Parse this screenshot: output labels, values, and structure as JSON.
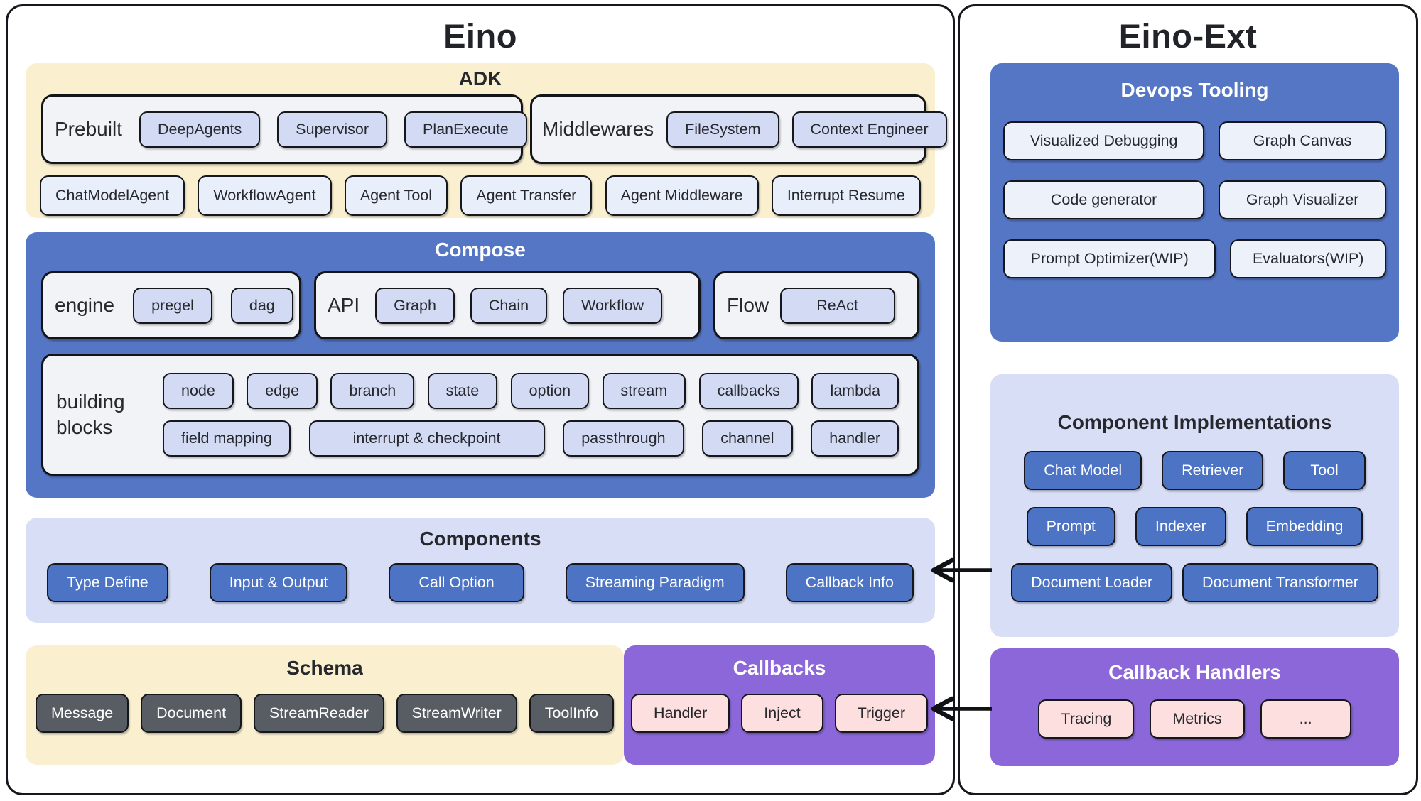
{
  "eino": {
    "title": "Eino",
    "adk": {
      "title": "ADK",
      "groups": [
        {
          "label": "Prebuilt",
          "items": [
            "DeepAgents",
            "Supervisor",
            "PlanExecute"
          ]
        },
        {
          "label": "Middlewares",
          "items": [
            "FileSystem",
            "Context Engineer"
          ]
        }
      ],
      "row": [
        "ChatModelAgent",
        "WorkflowAgent",
        "Agent Tool",
        "Agent Transfer",
        "Agent Middleware",
        "Interrupt Resume"
      ]
    },
    "compose": {
      "title": "Compose",
      "groups": [
        {
          "label": "engine",
          "items": [
            "pregel",
            "dag"
          ]
        },
        {
          "label": "API",
          "items": [
            "Graph",
            "Chain",
            "Workflow"
          ]
        },
        {
          "label": "Flow",
          "items": [
            "ReAct"
          ]
        }
      ],
      "building_blocks": {
        "label": "building blocks",
        "rows": [
          [
            "node",
            "edge",
            "branch",
            "state",
            "option",
            "stream",
            "callbacks",
            "lambda"
          ],
          [
            "field mapping",
            "interrupt & checkpoint",
            "passthrough",
            "channel",
            "handler"
          ]
        ]
      }
    },
    "components": {
      "title": "Components",
      "items": [
        "Type Define",
        "Input & Output",
        "Call Option",
        "Streaming Paradigm",
        "Callback Info"
      ]
    },
    "schema": {
      "title": "Schema",
      "items": [
        "Message",
        "Document",
        "StreamReader",
        "StreamWriter",
        "ToolInfo"
      ]
    },
    "callbacks": {
      "title": "Callbacks",
      "items": [
        "Handler",
        "Inject",
        "Trigger"
      ]
    }
  },
  "eino_ext": {
    "title": "Eino-Ext",
    "devops": {
      "title": "Devops Tooling",
      "rows": [
        [
          "Visualized Debugging",
          "Graph Canvas"
        ],
        [
          "Code generator",
          "Graph Visualizer"
        ],
        [
          "Prompt Optimizer(WIP)",
          "Evaluators(WIP)"
        ]
      ]
    },
    "component_implementations": {
      "title": "Component Implementations",
      "rows": [
        [
          "Chat Model",
          "Retriever",
          "Tool"
        ],
        [
          "Prompt",
          "Indexer",
          "Embedding"
        ],
        [
          "Document Loader",
          "Document Transformer"
        ]
      ]
    },
    "callback_handlers": {
      "title": "Callback Handlers",
      "items": [
        "Tracing",
        "Metrics",
        "..."
      ]
    }
  },
  "colors": {
    "section_blue": "#5576c5",
    "section_cream": "#faf0d0",
    "section_periwinkle": "#d8def5",
    "section_purple": "#8c67d9",
    "button_blue": "#4d73c4",
    "button_lavender": "#d3daf3",
    "button_pale": "#e9eefb",
    "button_dark": "#585c63",
    "button_pink": "#fcdfde",
    "border_dark": "#15171c"
  }
}
